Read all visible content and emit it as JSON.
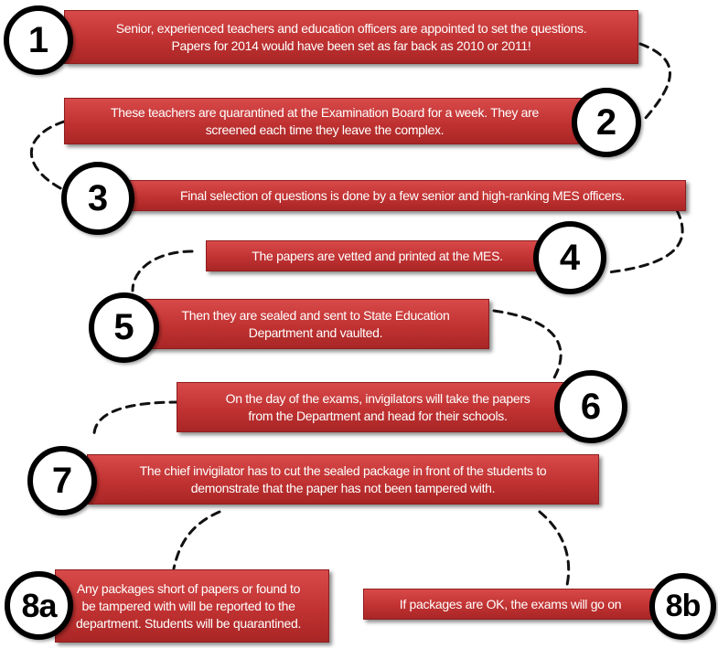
{
  "steps": [
    {
      "badge": "1",
      "text": [
        "Senior, experienced teachers and education officers are appointed to set the questions.",
        "Papers for 2014 would have been set as far back as 2010 or 2011!"
      ]
    },
    {
      "badge": "2",
      "text": [
        "These teachers are quarantined at the Examination Board for a week. They are",
        "screened each time they leave the complex."
      ]
    },
    {
      "badge": "3",
      "text": [
        "Final selection of questions is done by a few senior and high-ranking MES officers."
      ]
    },
    {
      "badge": "4",
      "text": [
        "The papers are vetted and printed at the MES."
      ]
    },
    {
      "badge": "5",
      "text": [
        "Then they are sealed and sent to  State Education",
        "Department and vaulted."
      ]
    },
    {
      "badge": "6",
      "text": [
        "On the day of the exams, invigilators will take the papers",
        "from the Department and head for their schools."
      ]
    },
    {
      "badge": "7",
      "text": [
        "The chief invigilator has to cut the sealed package in front of the students to",
        "demonstrate that the paper has not been tampered with."
      ]
    },
    {
      "badge": "8a",
      "text": [
        "Any packages short of papers or found to",
        "be tampered with  will be reported to the",
        "department. Students will be quarantined."
      ]
    },
    {
      "badge": "8b",
      "text": [
        "If packages are OK, the exams will go on"
      ]
    }
  ]
}
